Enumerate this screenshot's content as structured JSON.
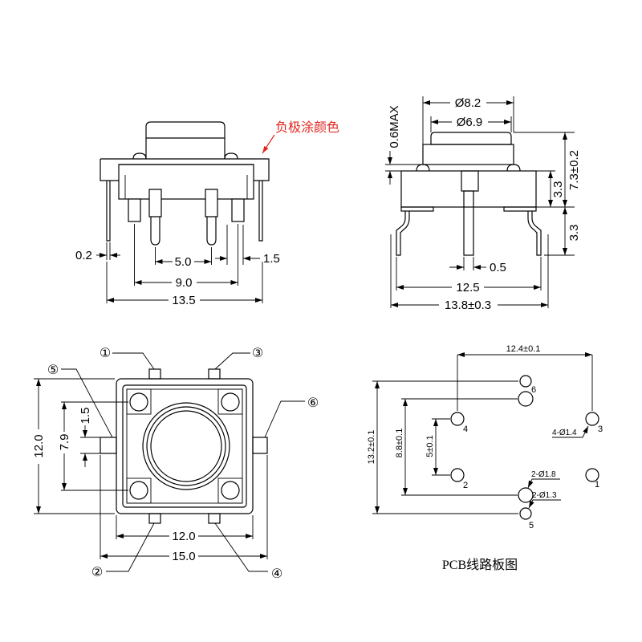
{
  "colors": {
    "line": "#000000",
    "note": "#e0261f",
    "background": "#ffffff"
  },
  "front_view": {
    "note": "负极涂颜色",
    "dims": {
      "d0_2": "0.2",
      "d5_0": "5.0",
      "d1_5": "1.5",
      "d9_0": "9.0",
      "d13_5": "13.5"
    }
  },
  "side_view": {
    "dims": {
      "dia8_2": "Ø8.2",
      "dia6_9": "Ø6.9",
      "d0_6max": "0.6MAX",
      "d7_3": "7.3±0.2",
      "d3_3_upper": "3.3",
      "d3_3_lower": "3.3",
      "d0_5": "0.5",
      "d12_5": "12.5",
      "d13_8": "13.8±0.3"
    }
  },
  "top_view": {
    "pins": {
      "p1": "①",
      "p2": "②",
      "p3": "③",
      "p4": "④",
      "p5": "⑤",
      "p6": "⑥"
    },
    "dims": {
      "d1_5": "1.5",
      "d7_9": "7.9",
      "d12_0_v": "12.0",
      "d12_0_h": "12.0",
      "d15_0": "15.0"
    }
  },
  "pcb_view": {
    "caption": "PCB线路板图",
    "dims": {
      "d12_4": "12.4±0.1",
      "d13_2": "13.2±0.1",
      "d8_8": "8.8±0.1",
      "d5": "5±0.1"
    },
    "hole_notes": {
      "h4": "4-Ø1.4",
      "h2a": "2-Ø1.8",
      "h2b": "2-Ø1.3"
    },
    "hole_labels": {
      "l1": "1",
      "l2": "2",
      "l3": "3",
      "l4": "4",
      "l5": "5",
      "l6": "6"
    }
  }
}
